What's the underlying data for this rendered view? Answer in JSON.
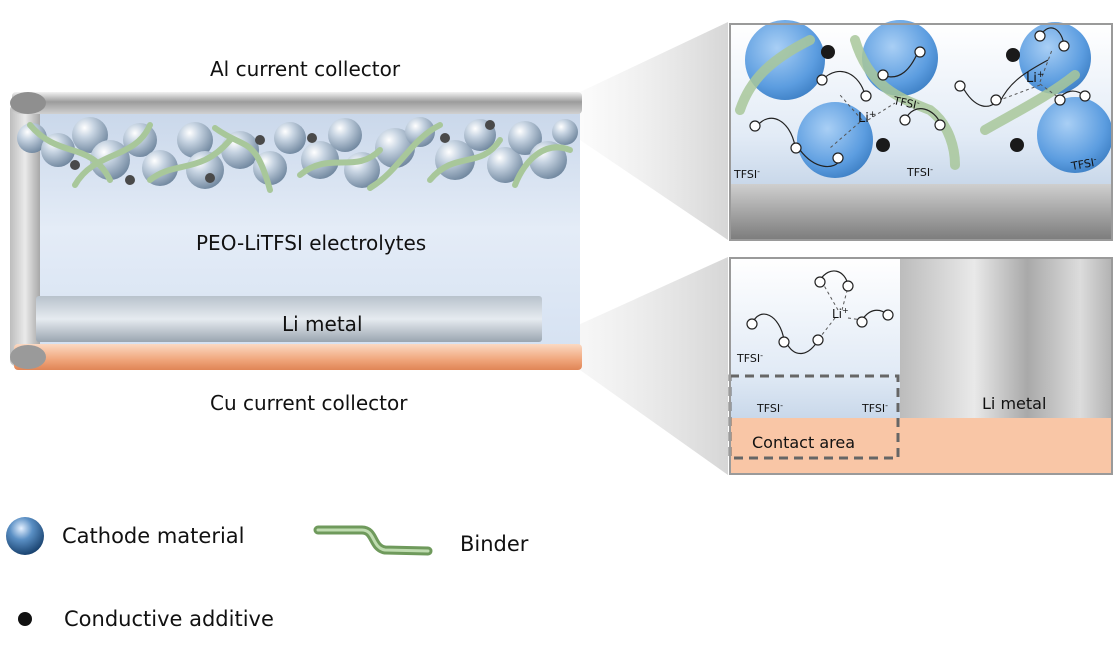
{
  "cell": {
    "top_collector_label": "Al current collector",
    "electrolyte_label": "PEO-LiTFSI electrolytes",
    "anode_label": "Li metal",
    "bottom_collector_label": "Cu current collector"
  },
  "cathode_zoom": {
    "li_ion_label": "Li",
    "li_ion_charge": "+",
    "anion_label": "TFSI",
    "anion_charge": "-"
  },
  "anode_zoom": {
    "li_ion_label": "Li",
    "li_ion_charge": "+",
    "anion_label": "TFSI",
    "anion_charge": "-",
    "metal_label": "Li metal",
    "contact_label": "Contact area"
  },
  "legend": {
    "cathode_label": "Cathode material",
    "binder_label": "Binder",
    "additive_label": "Conductive additive"
  },
  "colors": {
    "electrolyte": "#dbe6f4",
    "sphere": "#4a90d9",
    "binder": "#9cc38a",
    "copper": "#f2b691",
    "metal": "#9a9a9a"
  }
}
